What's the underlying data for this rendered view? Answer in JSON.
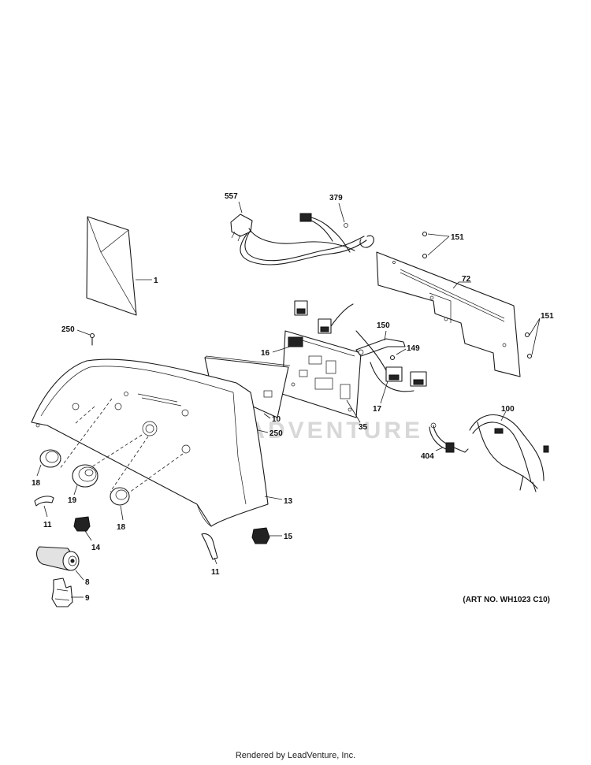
{
  "art_number": "(ART NO. WH1023 C10)",
  "footer": "Rendered by LeadVenture, Inc.",
  "watermark": "LEADVENTURE",
  "callouts": {
    "c1": "1",
    "c8": "8",
    "c9": "9",
    "c10": "10",
    "c11a": "11",
    "c11b": "11",
    "c13": "13",
    "c14": "14",
    "c15": "15",
    "c16": "16",
    "c17": "17",
    "c18a": "18",
    "c18b": "18",
    "c19": "19",
    "c35": "35",
    "c72": "72",
    "c100": "100",
    "c149": "149",
    "c150": "150",
    "c151a": "151",
    "c151b": "151",
    "c250a": "250",
    "c250b": "250",
    "c379": "379",
    "c404": "404",
    "c557": "557"
  }
}
